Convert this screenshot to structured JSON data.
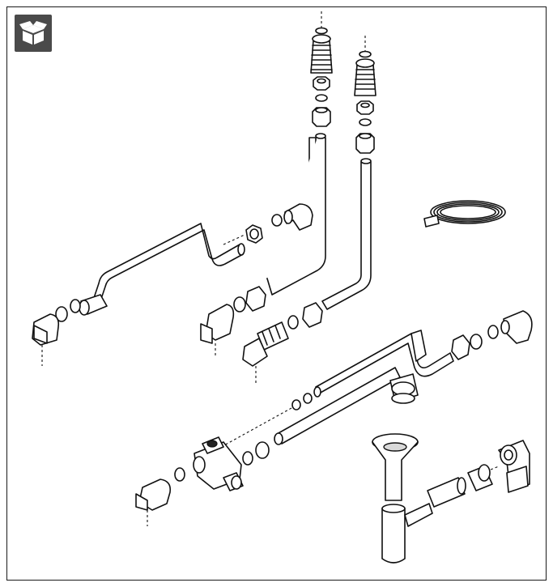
{
  "figure": {
    "badge_icon": "open-box-icon",
    "parts": [
      "top-valve-connector-left",
      "top-valve-connector-right",
      "left-riser-pipe",
      "right-riser-pipe",
      "upper-bent-pipe",
      "lower-bent-pipe",
      "elbow-fittings",
      "hose-coil",
      "tee-valve",
      "siphon-trap",
      "wall-elbow"
    ],
    "colors": {
      "line": "#111111",
      "badge": "#4a4a4a",
      "shade": "#d9d9d9"
    }
  }
}
